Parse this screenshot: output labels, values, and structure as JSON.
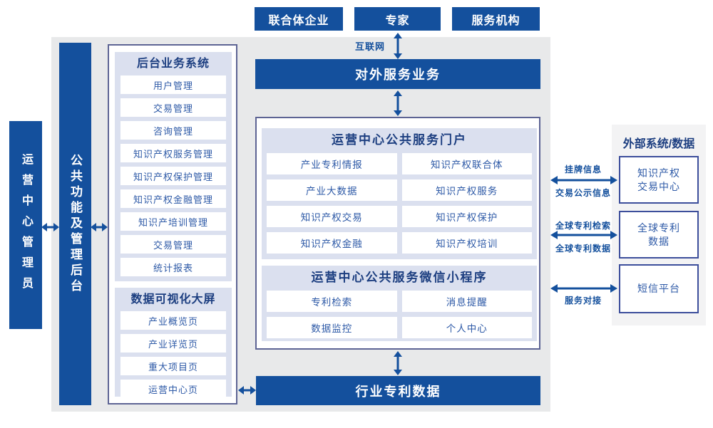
{
  "colors": {
    "primary_blue": "#14509d",
    "light_blue_section": "#dbe0ef",
    "container_gray": "#e8e9ea",
    "right_panel_gray": "#f3f3f4",
    "panel_border": "#5d6494",
    "external_box_border": "#3c4e9b",
    "item_text": "#2e5aa7",
    "header_text": "#1c3e80"
  },
  "actors": [
    "联合体企业",
    "专家",
    "服务机构"
  ],
  "network_label": "互联网",
  "external_service_banner": "对外服务业务",
  "bottom_banner": "行业专利数据",
  "rails": {
    "admin": "运营中心管理员",
    "backend": "公共功能及管理后台"
  },
  "backend_panel": {
    "business": {
      "title": "后台业务系统",
      "items": [
        "用户管理",
        "交易管理",
        "咨询管理",
        "知识产权服务管理",
        "知识产权保护管理",
        "知识产权金融管理",
        "知识产培训管理",
        "交易管理",
        "统计报表"
      ]
    },
    "visualization": {
      "title": "数据可视化大屏",
      "items": [
        "产业概览页",
        "产业详览页",
        "重大项目页",
        "运营中心页"
      ]
    }
  },
  "center": {
    "portal": {
      "title": "运营中心公共服务门户",
      "items": [
        "产业专利情报",
        "知识产权联合体",
        "产业大数据",
        "知识产权服务",
        "知识产权交易",
        "知识产权保护",
        "知识产权金融",
        "知识产权培训"
      ]
    },
    "mini": {
      "title": "运营中心公共服务微信小程序",
      "items": [
        "专利检索",
        "消息提醒",
        "数据监控",
        "个人中心"
      ]
    }
  },
  "external": {
    "title": "外部系统/数据",
    "systems": [
      "知识产权交易中心",
      "全球专利数据",
      "短信平台"
    ]
  },
  "links": {
    "listing_info": "挂牌信息",
    "trade_publicity": "交易公示信息",
    "global_patent_search": "全球专利检索",
    "global_patent_data": "全球专利数据",
    "service_connect": "服务对接"
  }
}
